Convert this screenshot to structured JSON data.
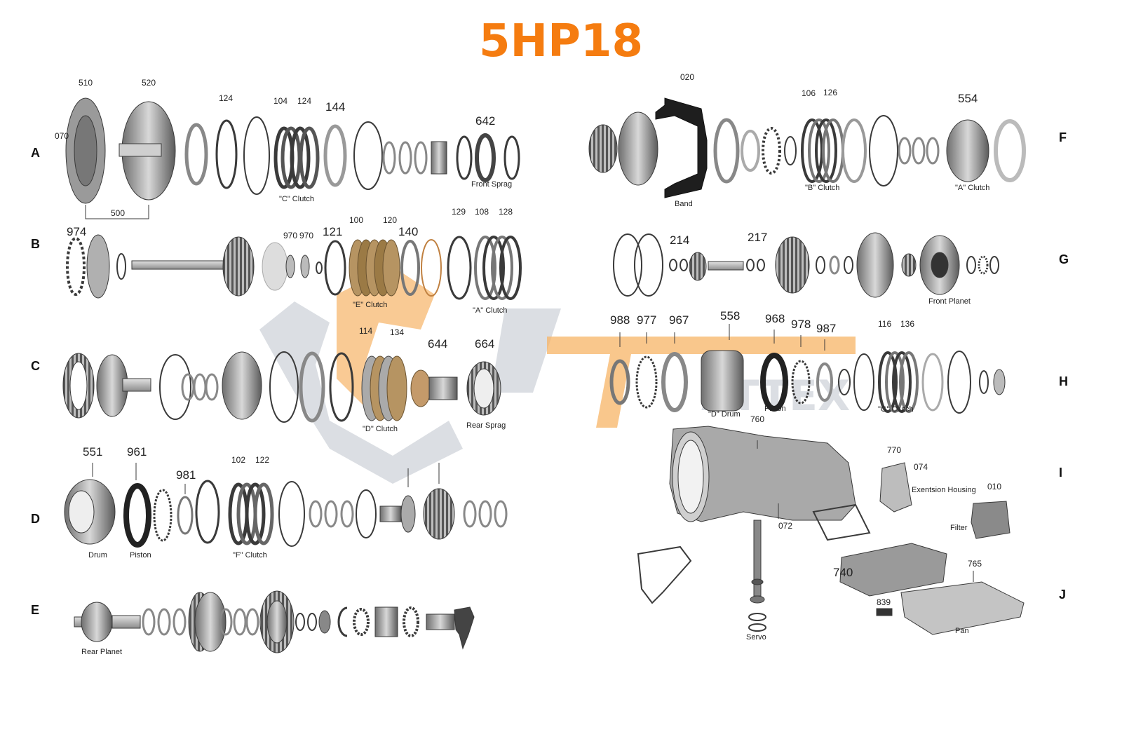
{
  "title": "5HP18",
  "colors": {
    "title": "#f57c10",
    "watermark_orange": "#f5a54a",
    "watermark_gray": "#d5d9de",
    "parts_dark": "#3a3a3a",
    "parts_mid": "#8a8a8a",
    "parts_light": "#d0d0d0",
    "friction_brown": "#9b7a45"
  },
  "row_letters": [
    "A",
    "B",
    "C",
    "D",
    "E",
    "F",
    "G",
    "H",
    "I",
    "J"
  ],
  "watermark": "ATTEX",
  "labels": {
    "n510": "510",
    "n520": "520",
    "n070": "070",
    "n500": "500",
    "n124a": "124",
    "n104": "104",
    "n124b": "124",
    "n144": "144",
    "n642": "642",
    "cClutch": "\"C\" Clutch",
    "frontSprag": "Front Sprag",
    "n974": "974",
    "n970a": "970",
    "n970b": "970",
    "n121": "121",
    "n100": "100",
    "n120": "120",
    "n140": "140",
    "n129": "129",
    "n108": "108",
    "n128": "128",
    "eClutch": "\"E\" Clutch",
    "aClutchB": "\"A\" Clutch",
    "n114": "114",
    "n134": "134",
    "n644": "644",
    "n664": "664",
    "dClutch": "\"D\" Clutch",
    "rearSprag": "Rear Sprag",
    "n551": "551",
    "n961": "961",
    "n981": "981",
    "n102": "102",
    "n122": "122",
    "drum": "Drum",
    "piston": "Piston",
    "fClutch": "\"F\" Clutch",
    "rearPlanet": "Rear Planet",
    "n020": "020",
    "n106": "106",
    "n126": "126",
    "n554": "554",
    "band": "Band",
    "bClutch": "\"B\" Clutch",
    "aClutchF": "\"A\" Clutch",
    "n214": "214",
    "n217": "217",
    "frontPlanet": "Front Planet",
    "n988": "988",
    "n977": "977",
    "n967": "967",
    "n558": "558",
    "n968": "968",
    "n978": "978",
    "n987": "987",
    "n116": "116",
    "n136": "136",
    "dDrum": "\"D\" Drum",
    "pistonH": "Piston",
    "gClutch": "\"G\" Clutch",
    "n760": "760",
    "n770": "770",
    "n074": "074",
    "extHousing": "Exentsion Housing",
    "n010": "010",
    "filter": "Filter",
    "n072": "072",
    "n740": "740",
    "n765": "765",
    "n839": "839",
    "servo": "Servo",
    "pan": "Pan"
  }
}
